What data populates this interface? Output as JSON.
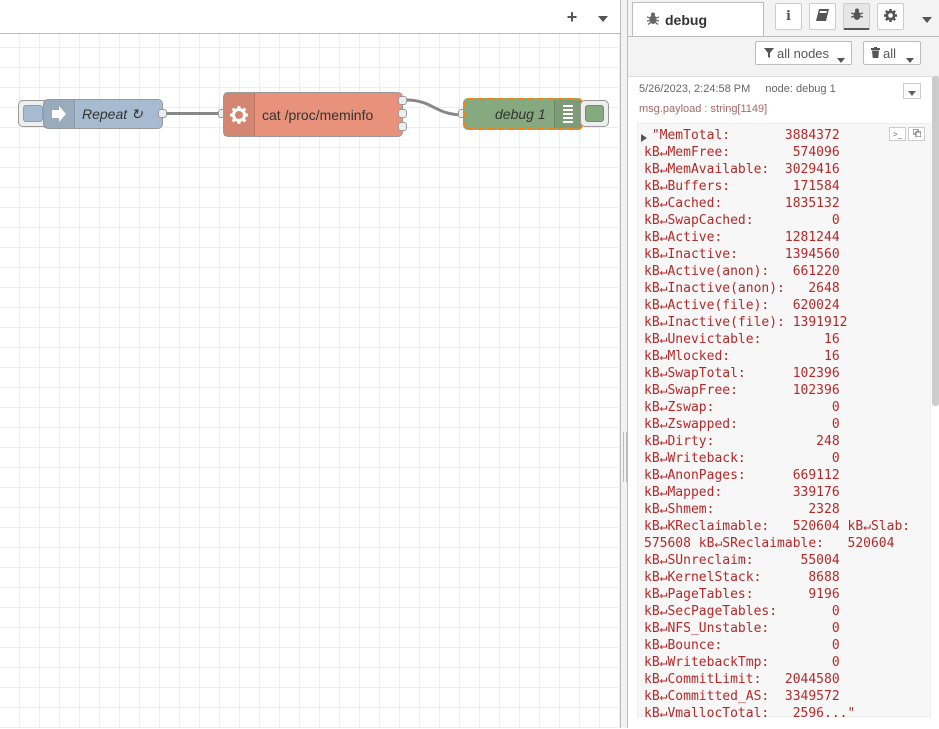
{
  "workspace": {
    "nodes": {
      "inject": {
        "label": "Repeat ↻"
      },
      "exec": {
        "label": "cat /proc/meminfo"
      },
      "debug": {
        "label": "debug 1"
      }
    }
  },
  "sidebar": {
    "tab_title": "debug",
    "toolbar": {
      "filter_label": "all nodes",
      "clear_label": "all"
    },
    "message": {
      "timestamp": "5/26/2023, 2:24:58 PM",
      "node": "node: debug 1",
      "topic": "msg.payload : string[1149]",
      "payload_lines": [
        "\"MemTotal:       3884372",
        "kB↵MemFree:        574096",
        "kB↵MemAvailable:  3029416",
        "kB↵Buffers:        171584",
        "kB↵Cached:        1835132",
        "kB↵SwapCached:          0",
        "kB↵Active:        1281244",
        "kB↵Inactive:      1394560",
        "kB↵Active(anon):   661220",
        "kB↵Inactive(anon):   2648",
        "kB↵Active(file):   620024",
        "kB↵Inactive(file): 1391912",
        "kB↵Unevictable:        16",
        "kB↵Mlocked:            16",
        "kB↵SwapTotal:      102396",
        "kB↵SwapFree:       102396",
        "kB↵Zswap:               0",
        "kB↵Zswapped:            0",
        "kB↵Dirty:             248",
        "kB↵Writeback:           0",
        "kB↵AnonPages:      669112",
        "kB↵Mapped:         339176",
        "kB↵Shmem:            2328",
        "kB↵KReclaimable:   520604 kB↵Slab:",
        "575608 kB↵SReclaimable:   520604",
        "kB↵SUnreclaim:      55004",
        "kB↵KernelStack:      8688",
        "kB↵PageTables:       9196",
        "kB↵SecPageTables:       0",
        "kB↵NFS_Unstable:        0",
        "kB↵Bounce:              0",
        "kB↵WritebackTmp:        0",
        "kB↵CommitLimit:   2044580",
        "kB↵Committed_AS:  3349572",
        "kB↵VmallocTotal:   2596...\""
      ]
    }
  },
  "colors": {
    "inject_node": "#a6bbcf",
    "exec_node": "#e8927c",
    "debug_node": "#87a980",
    "payload_text": "#b72828",
    "selection": "#ff7f0e"
  },
  "icons": [
    "plus-icon",
    "caret-down-icon",
    "bug-icon",
    "info-icon",
    "book-icon",
    "gear-icon",
    "filter-icon",
    "trash-icon",
    "arrow-right-icon",
    "list-icon"
  ]
}
